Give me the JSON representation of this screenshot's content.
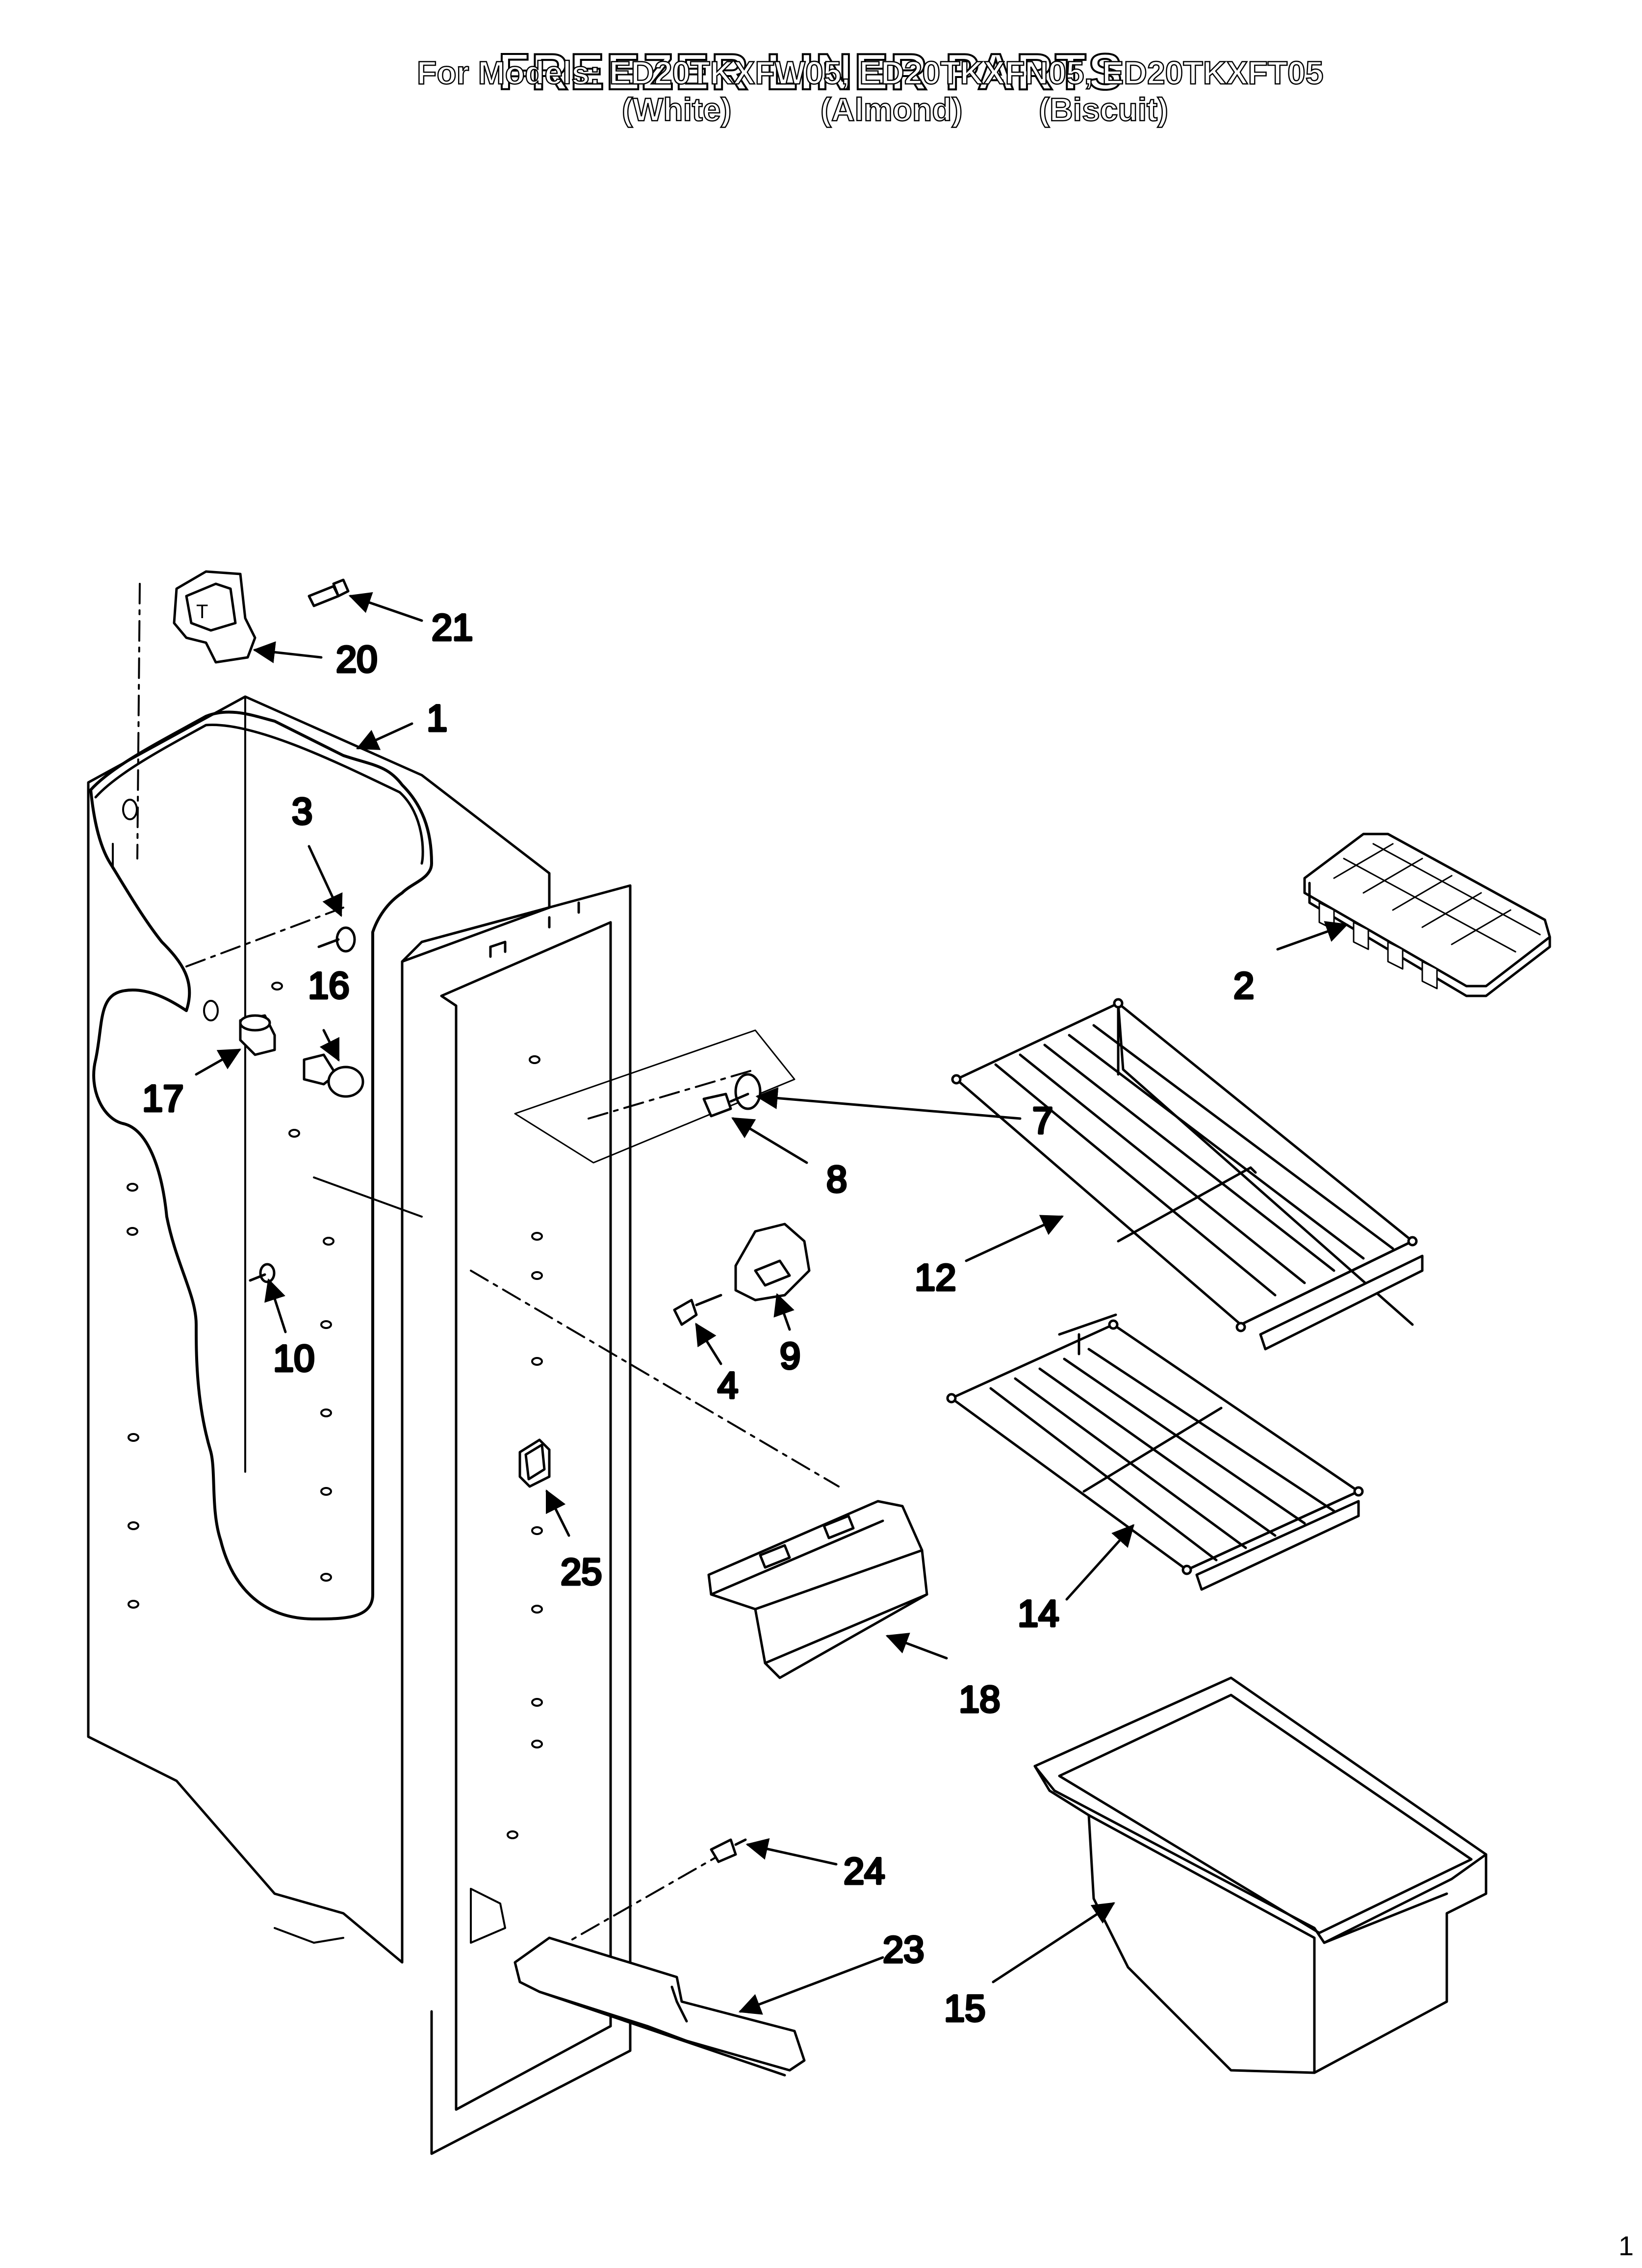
{
  "title": "FREEZER LINER PARTS",
  "models_line": "For Models: ED20TKXFW05, ED20TKXFN05, ED20TKXFT05",
  "finishes": [
    "(White)",
    "(Almond)",
    "(Biscuit)"
  ],
  "callouts": [
    "21",
    "20",
    "1",
    "3",
    "16",
    "17",
    "10",
    "2",
    "7",
    "8",
    "12",
    "9",
    "4",
    "25",
    "14",
    "18",
    "24",
    "23",
    "15"
  ],
  "page_number": "1"
}
